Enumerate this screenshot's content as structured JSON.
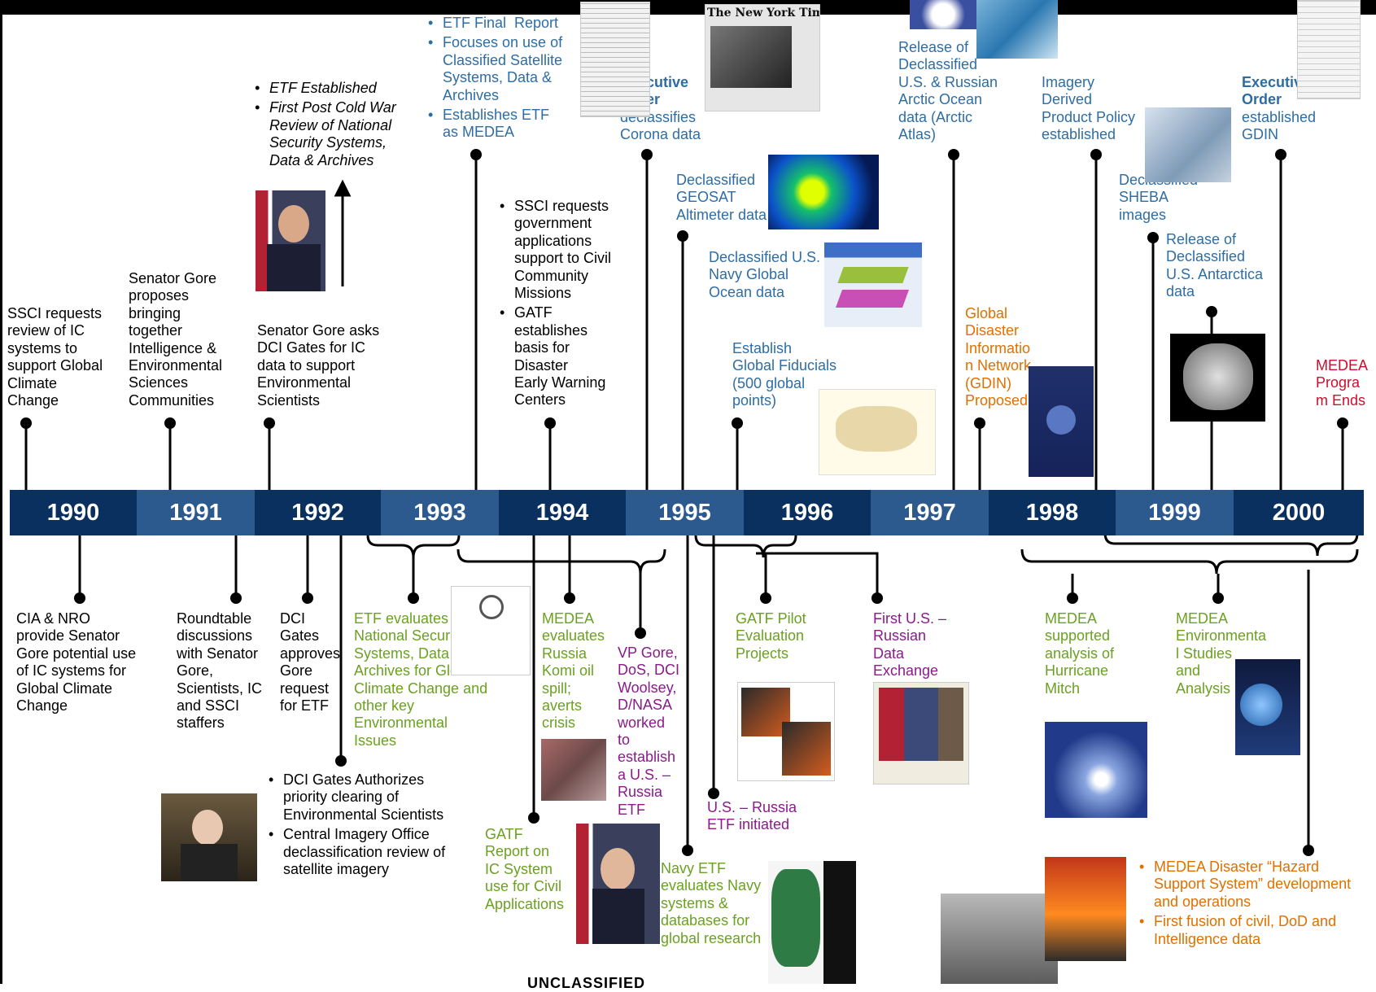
{
  "years": [
    "1990",
    "1991",
    "1992",
    "1993",
    "1994",
    "1995",
    "1996",
    "1997",
    "1998",
    "1999",
    "2000"
  ],
  "colors": {
    "bar_dark": "#0a3060",
    "bar_mid": "#2c5a8e",
    "blue_text": "#2e6da4",
    "green_text": "#6aa121",
    "purple_text": "#8b1a8b",
    "orange_text": "#e07000",
    "red_text": "#c8102e"
  },
  "above": {
    "ssci_review": "SSCI requests\nreview of IC\nsystems to\nsupport Global\nClimate\nChange",
    "gore_proposes": "Senator Gore\nproposes\nbringing\ntogether\nIntelligence &\nEnvironmental\nSciences\nCommunities",
    "etf_established": "ETF Established",
    "post_cold_war": "First Post Cold War\nReview of National\nSecurity Systems,\nData & Archives",
    "gore_asks": "Senator Gore asks\nDCI Gates for IC\ndata to support\nEnvironmental\nScientists",
    "etf_final_report": "ETF Final  Report",
    "focuses": "Focuses on use of\nClassified Satellite\nSystems, Data &\nArchives",
    "establishes_medea": "Establishes ETF\nas MEDEA",
    "ssci_requests_gov": "SSCI requests\ngovernment\napplications\nsupport to Civil\nCommunity\nMissions",
    "gatf_establishes": "GATF\nestablishes\nbasis for\nDisaster\nEarly Warning\nCenters",
    "exec_order_1_title": "Executive\nOrder",
    "exec_order_1_text": "declassifies\nCorona data",
    "geosat": "Declassified\nGEOSAT\nAltimeter data",
    "navy_ocean": "Declassified U.S.\nNavy Global\nOcean data",
    "fiducials": "Establish\nGlobal Fiducials\n(500 global\npoints)",
    "arctic_release": "Release of\nDeclassified\nU.S. & Russian\nArctic Ocean\ndata (Arctic\nAtlas)",
    "gdin_proposed": "Global\nDisaster\nInformatio\nn Network\n(GDIN)\nProposed",
    "imagery_policy": "Imagery\nDerived\nProduct Policy\nestablished",
    "sheba": "Declassified\nSHEBA\nimages",
    "antarctica": "Release of\nDeclassified\nU.S. Antarctica\ndata",
    "exec_order_2_title": "Executive\nOrder",
    "exec_order_2_text": "established\nGDIN",
    "medea_ends": "MEDEA\nProgra\nm Ends"
  },
  "below": {
    "cia_nro": "CIA & NRO\nprovide Senator\nGore potential use\nof IC systems for\nGlobal Climate\nChange",
    "roundtable": "Roundtable\ndiscussions\nwith Senator\nGore,\nScientists, IC\nand SSCI\nstaffers",
    "dci_approves": "DCI\nGates\napproves\nGore\nrequest\nfor ETF",
    "dci_authorizes": "DCI Gates Authorizes\npriority clearing of\nEnvironmental Scientists",
    "central_imagery": "Central Imagery Office\ndeclassification review of\nsatellite imagery",
    "etf_evaluates": "ETF evaluates\nNational Security\nSystems, Data &\nArchives for Global\nClimate Change and\nother key\nEnvironmental\nIssues",
    "gatf_report": "GATF\nReport on\nIC System\nuse for Civil\nApplications",
    "medea_russia": "MEDEA\nevaluates\nRussia\nKomi oil\nspill;\naverts\ncrisis",
    "vp_gore": "VP Gore,\nDoS, DCI\nWoolsey,\nD/NASA\nworked\nto\nestablish\na U.S. –\nRussia\nETF",
    "navy_etf": "Navy ETF\nevaluates Navy\nsystems &\ndatabases for\nglobal research",
    "gatf_pilot": "GATF Pilot\nEvaluation\nProjects",
    "us_russia_etf": "U.S. – Russia\nETF initiated",
    "first_us_russian": "First U.S. –\nRussian\nData\nExchange",
    "medea_mitch": "MEDEA\nsupported\nanalysis of\nHurricane\nMitch",
    "medea_env": "MEDEA\nEnvironmenta\nl Studies\nand\nAnalysis",
    "hazard_support": "MEDEA Disaster “Hazard\nSupport System” development\nand operations",
    "first_fusion": "First fusion of civil, DoD and\nIntelligence data"
  },
  "newspaper": "The New York Times",
  "footer": "UNCLASSIFIED"
}
